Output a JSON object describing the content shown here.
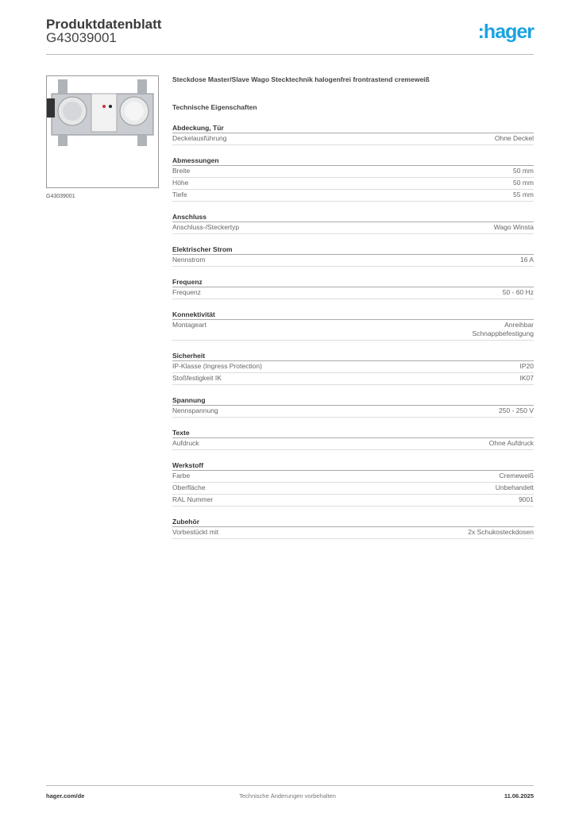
{
  "header": {
    "title": "Produktdatenblatt",
    "code": "G43039001",
    "logo": ":hager",
    "brand_color": "#1aa3e0"
  },
  "image": {
    "caption": "G43039001",
    "icon": "socket-product-image"
  },
  "product_name": "Steckdose Master/Slave Wago Stecktechnik halogenfrei frontrastend cremeweiß",
  "tech_title": "Technische Eigenschaften",
  "groups": [
    {
      "title": "Abdeckung, Tür",
      "rows": [
        {
          "k": "Deckelausführung",
          "v": "Ohne Deckel"
        }
      ]
    },
    {
      "title": "Abmessungen",
      "rows": [
        {
          "k": "Breite",
          "v": "50 mm"
        },
        {
          "k": "Höhe",
          "v": "50 mm"
        },
        {
          "k": "Tiefe",
          "v": "55 mm"
        }
      ]
    },
    {
      "title": "Anschluss",
      "rows": [
        {
          "k": "Anschluss-/Steckertyp",
          "v": "Wago Winsta"
        }
      ]
    },
    {
      "title": "Elektrischer Strom",
      "rows": [
        {
          "k": "Nennstrom",
          "v": "16 A"
        }
      ]
    },
    {
      "title": "Frequenz",
      "rows": [
        {
          "k": "Frequenz",
          "v": "50 - 60 Hz"
        }
      ]
    },
    {
      "title": "Konnektivität",
      "rows": [
        {
          "k": "Montageart",
          "v": "Anreihbar\nSchnappbefestigung"
        }
      ]
    },
    {
      "title": "Sicherheit",
      "rows": [
        {
          "k": "IP-Klasse (Ingress Protection)",
          "v": "IP20"
        },
        {
          "k": "Stoßfestigkeit IK",
          "v": "IK07"
        }
      ]
    },
    {
      "title": "Spannung",
      "rows": [
        {
          "k": "Nennspannung",
          "v": "250 - 250 V"
        }
      ]
    },
    {
      "title": "Texte",
      "rows": [
        {
          "k": "Aufdruck",
          "v": "Ohne Aufdruck"
        }
      ]
    },
    {
      "title": "Werkstoff",
      "rows": [
        {
          "k": "Farbe",
          "v": "Cremeweiß"
        },
        {
          "k": "Oberfläche",
          "v": "Unbehandelt"
        },
        {
          "k": "RAL Nummer",
          "v": "9001"
        }
      ]
    },
    {
      "title": "Zubehör",
      "rows": [
        {
          "k": "Vorbestückt mit",
          "v": "2x Schukosteckdosen"
        }
      ]
    }
  ],
  "footer": {
    "left": "hager.com/de",
    "center": "Technische Änderungen vorbehalten",
    "right": "11.06.2025"
  }
}
